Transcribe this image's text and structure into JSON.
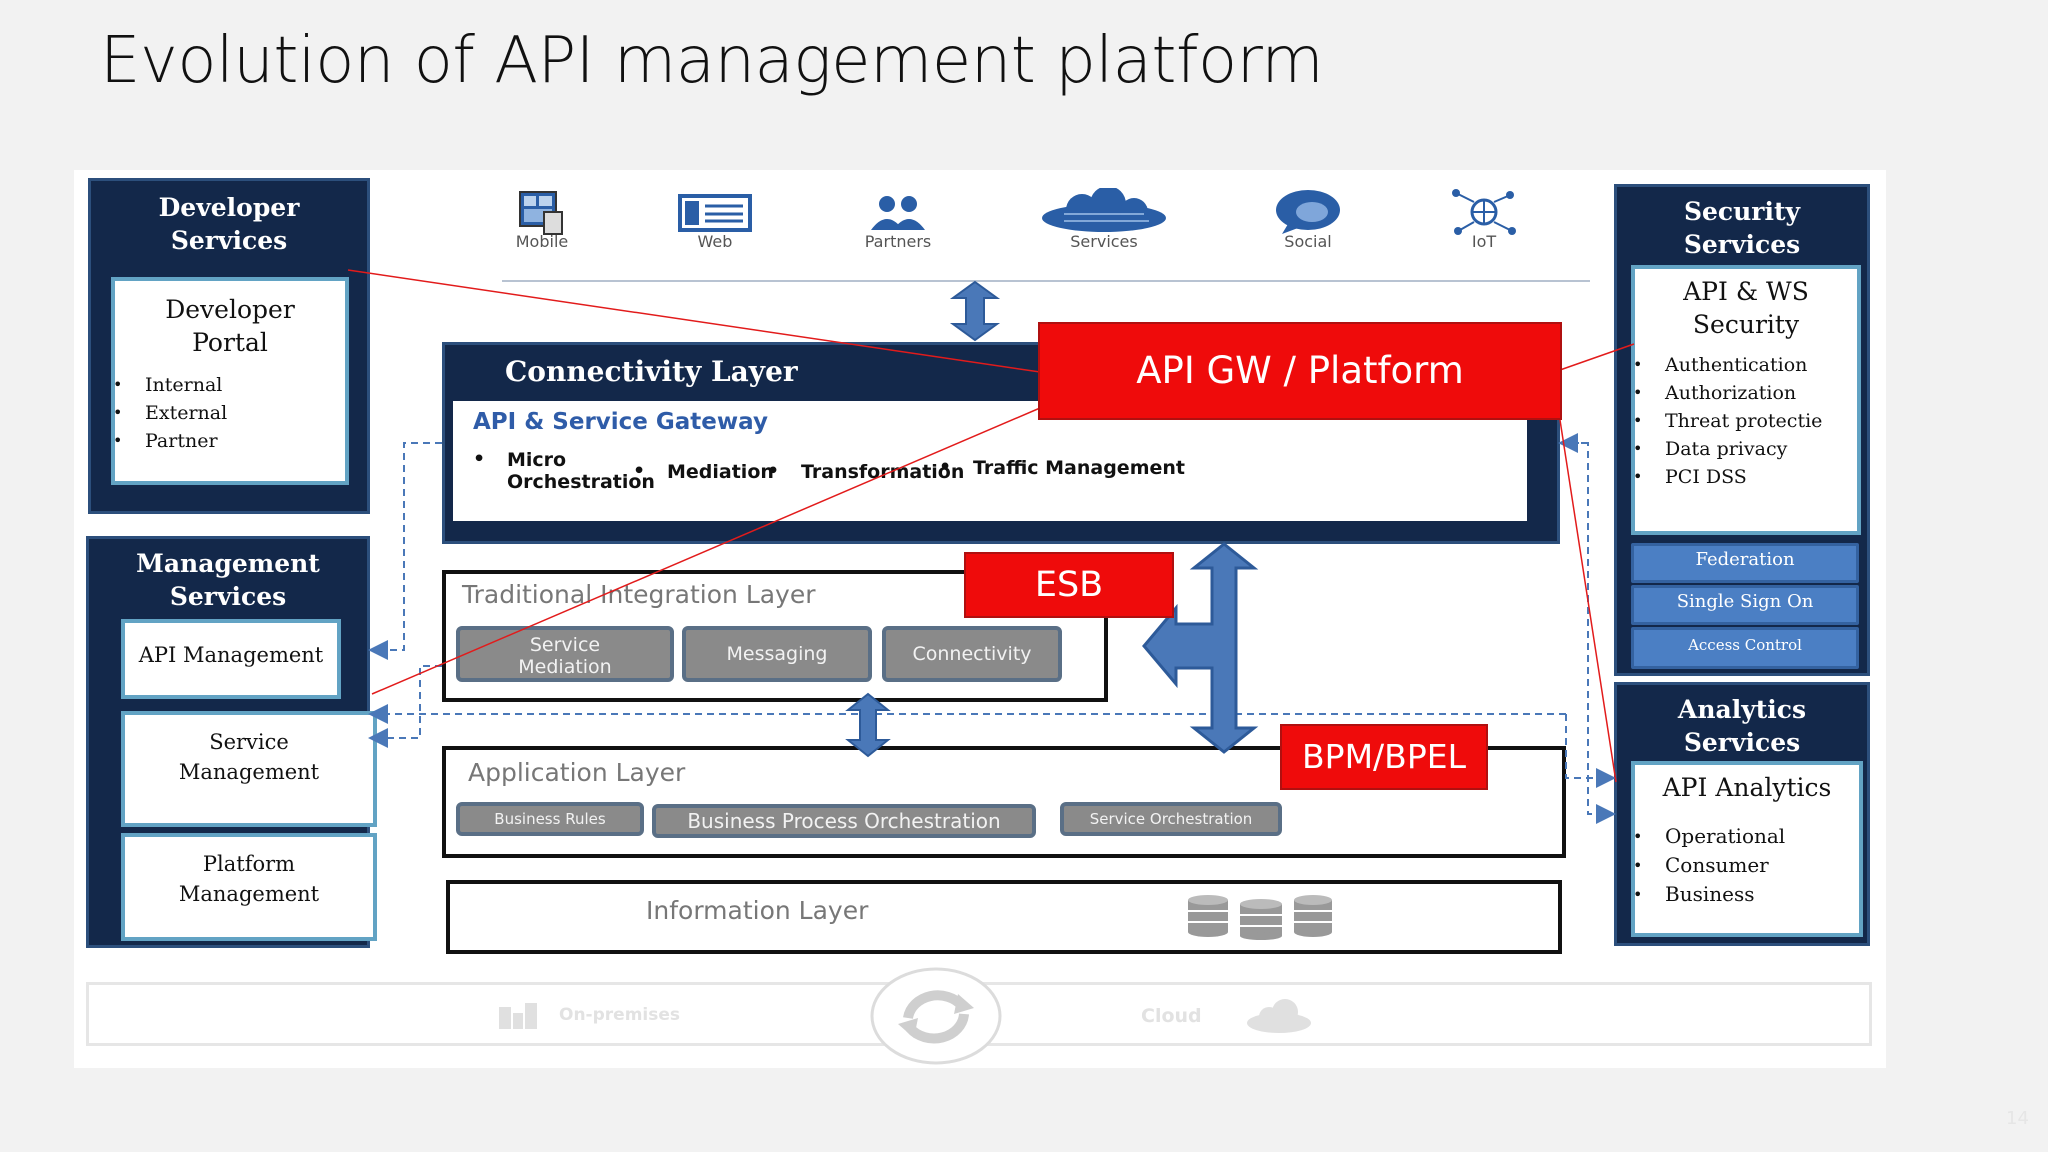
{
  "slide_title": "Evolution of API management platform",
  "page_number": "14",
  "channels": [
    {
      "label": "Mobile",
      "icon": "mobile-icon"
    },
    {
      "label": "Web",
      "icon": "web-icon"
    },
    {
      "label": "Partners",
      "icon": "partners-icon"
    },
    {
      "label": "Services",
      "icon": "cloud-services-icon"
    },
    {
      "label": "Social",
      "icon": "social-icon"
    },
    {
      "label": "IoT",
      "icon": "iot-icon"
    }
  ],
  "developer_services": {
    "title": "Developer Services",
    "portal_title": "Developer Portal",
    "items": [
      "Internal",
      "External",
      "Partner"
    ]
  },
  "management_services": {
    "title": "Management Services",
    "items": [
      "API Management",
      "Service Management",
      "Platform Management"
    ]
  },
  "security_services": {
    "title": "Security Services",
    "box_title": "API & WS Security",
    "items": [
      "Authentication",
      "Authorization",
      "Threat protectie",
      "Data privacy",
      "PCI DSS"
    ],
    "buttons": [
      "Federation",
      "Single Sign On",
      "Access Control"
    ]
  },
  "analytics_services": {
    "title": "Analytics Services",
    "box_title": "API Analytics",
    "items": [
      "Operational",
      "Consumer",
      "Business"
    ]
  },
  "connectivity_layer": {
    "title": "Connectivity Layer",
    "gateway_title": "API & Service Gateway",
    "items": [
      "Micro Orchestration",
      "Mediation",
      "Transformation",
      "Traffic Management"
    ]
  },
  "traditional_layer": {
    "title": "Traditional Integration Layer",
    "buttons": [
      "Service Mediation",
      "Messaging",
      "Connectivity"
    ]
  },
  "application_layer": {
    "title": "Application Layer",
    "buttons": [
      "Business Rules",
      "Business Process Orchestration",
      "Service Orchestration"
    ]
  },
  "information_layer": {
    "title": "Information Layer"
  },
  "footer": {
    "on_premises": "On-premises",
    "cloud": "Cloud"
  },
  "overlays": {
    "api_gw": "API GW / Platform",
    "esb": "ESB",
    "bpm": "BPM/BPEL"
  },
  "colors": {
    "navy": "#13284a",
    "accent_red": "#ef0b0b",
    "arrow_blue": "#4a78b8",
    "inner_border": "#62a3c4"
  }
}
